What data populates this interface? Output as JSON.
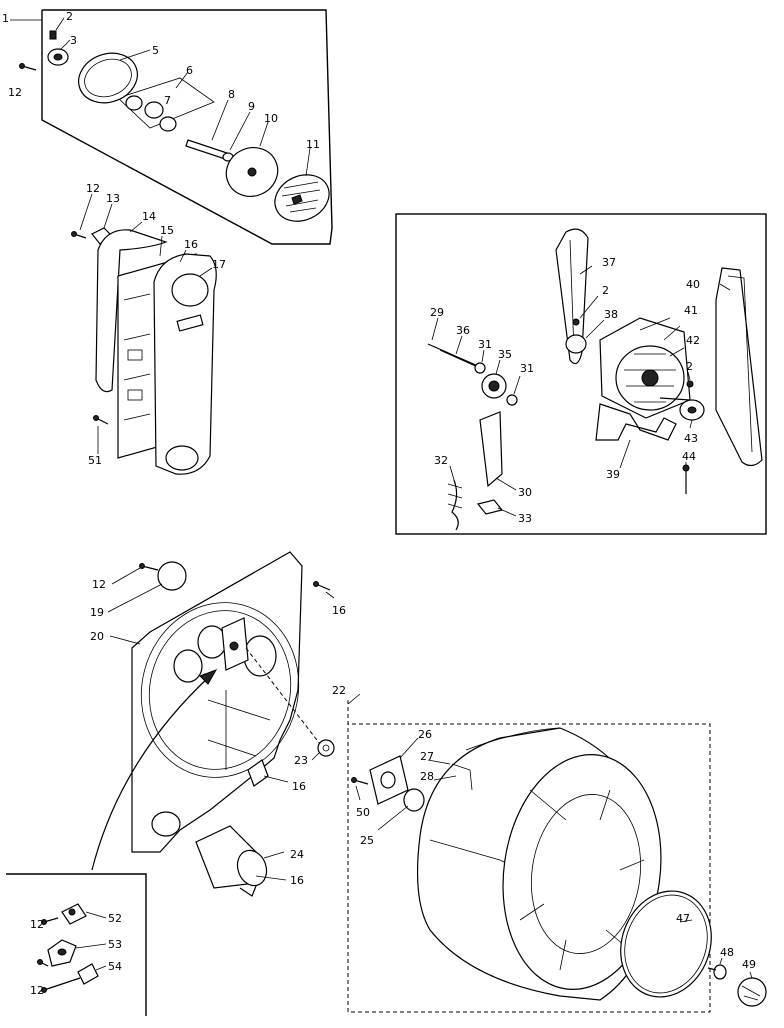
{
  "diagram": {
    "callouts": [
      {
        "id": "c1",
        "text": "1"
      },
      {
        "id": "c2a",
        "text": "2"
      },
      {
        "id": "c3",
        "text": "3"
      },
      {
        "id": "c5",
        "text": "5"
      },
      {
        "id": "c6",
        "text": "6"
      },
      {
        "id": "c7",
        "text": "7"
      },
      {
        "id": "c8",
        "text": "8"
      },
      {
        "id": "c9",
        "text": "9"
      },
      {
        "id": "c10",
        "text": "10"
      },
      {
        "id": "c11",
        "text": "11"
      },
      {
        "id": "c12a",
        "text": "12"
      },
      {
        "id": "c12b",
        "text": "12"
      },
      {
        "id": "c13",
        "text": "13"
      },
      {
        "id": "c14",
        "text": "14"
      },
      {
        "id": "c15",
        "text": "15"
      },
      {
        "id": "c16a",
        "text": "16"
      },
      {
        "id": "c17",
        "text": "17"
      },
      {
        "id": "c51",
        "text": "51"
      },
      {
        "id": "c29",
        "text": "29"
      },
      {
        "id": "c36",
        "text": "36"
      },
      {
        "id": "c31a",
        "text": "31"
      },
      {
        "id": "c35",
        "text": "35"
      },
      {
        "id": "c31b",
        "text": "31"
      },
      {
        "id": "c37",
        "text": "37"
      },
      {
        "id": "c2b",
        "text": "2"
      },
      {
        "id": "c38",
        "text": "38"
      },
      {
        "id": "c41",
        "text": "41"
      },
      {
        "id": "c42",
        "text": "42"
      },
      {
        "id": "c40",
        "text": "40"
      },
      {
        "id": "c2c",
        "text": "2"
      },
      {
        "id": "c43",
        "text": "43"
      },
      {
        "id": "c44",
        "text": "44"
      },
      {
        "id": "c39",
        "text": "39"
      },
      {
        "id": "c32",
        "text": "32"
      },
      {
        "id": "c30",
        "text": "30"
      },
      {
        "id": "c33",
        "text": "33"
      },
      {
        "id": "c12c",
        "text": "12"
      },
      {
        "id": "c19",
        "text": "19"
      },
      {
        "id": "c16b",
        "text": "16"
      },
      {
        "id": "c20",
        "text": "20"
      },
      {
        "id": "c22",
        "text": "22"
      },
      {
        "id": "c26",
        "text": "26"
      },
      {
        "id": "c27",
        "text": "27"
      },
      {
        "id": "c28",
        "text": "28"
      },
      {
        "id": "c23",
        "text": "23"
      },
      {
        "id": "c16c",
        "text": "16"
      },
      {
        "id": "c50",
        "text": "50"
      },
      {
        "id": "c25",
        "text": "25"
      },
      {
        "id": "c24",
        "text": "24"
      },
      {
        "id": "c16d",
        "text": "16"
      },
      {
        "id": "c47",
        "text": "47"
      },
      {
        "id": "c48",
        "text": "48"
      },
      {
        "id": "c49",
        "text": "49"
      },
      {
        "id": "c12d",
        "text": "12"
      },
      {
        "id": "c52",
        "text": "52"
      },
      {
        "id": "c53",
        "text": "53"
      },
      {
        "id": "c54",
        "text": "54"
      },
      {
        "id": "c12e",
        "text": "12"
      }
    ]
  }
}
